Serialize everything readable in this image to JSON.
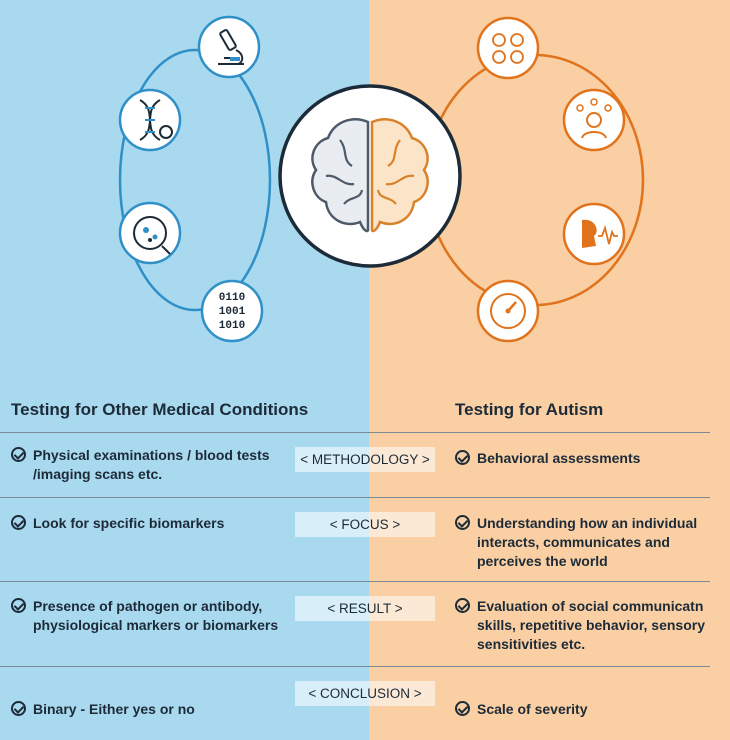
{
  "left_title": "Testing for Other Medical Conditions",
  "right_title": "Testing for Autism",
  "rows": [
    {
      "label": "< METHODOLOGY >",
      "left": "Physical examinations / blood tests /imaging scans etc.",
      "right": "Behavioral assessments"
    },
    {
      "label": "< FOCUS >",
      "left": "Look for specific biomarkers",
      "right": "Understanding how an individual interacts, communicates and perceives the world"
    },
    {
      "label": "< RESULT >",
      "left": "Presence of pathogen or antibody, physiological markers or biomarkers",
      "right": "Evaluation of social communicatn skills, repetitive behavior, sensory sensitivities etc."
    },
    {
      "label": "< CONCLUSION >",
      "left": "Binary - Either yes or no",
      "right": "Scale of severity"
    }
  ],
  "binary_icon_text": [
    "0110",
    "1001",
    "1010"
  ],
  "colors": {
    "left_bg": "#a8d9ef",
    "right_bg": "#f9cfa3",
    "blue": "#2f8fc7",
    "orange": "#e0731c",
    "navy": "#1d2a38"
  },
  "icons": [
    "microscope-icon",
    "dna-icon",
    "petri-dish-icon",
    "binary-code-icon",
    "brain-icon",
    "emotions-faces-icon",
    "thinking-person-icon",
    "speech-sound-icon",
    "gauge-icon"
  ]
}
